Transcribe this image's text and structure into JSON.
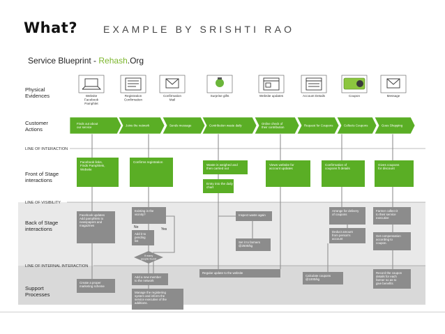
{
  "header": {
    "what": "What?",
    "subtitle": "EXAMPLE BY SRISHTI RAO",
    "blueprint_prefix": "Service Blueprint - ",
    "blueprint_brand": "Rehash",
    "blueprint_suffix": ".Org"
  },
  "lanes": {
    "physical": [
      "Physical",
      "Evidences"
    ],
    "customer": [
      "Customer",
      "Actions"
    ],
    "front": [
      "Front of Stage",
      "interactions"
    ],
    "back": [
      "Back of Stage",
      "interactions"
    ],
    "support": [
      "Support",
      "Processes"
    ]
  },
  "lines": {
    "interaction": "LINE OF INTERACTION",
    "visibility": "LINE OF VISIBILITY",
    "internal": "LINE OF INTERNAL INTERACTION"
  },
  "evidences": [
    {
      "label": [
        "Website",
        "Facebook",
        "Pamphlet"
      ],
      "icon": "laptop-icon"
    },
    {
      "label": [
        "Registration",
        "Confirmation"
      ],
      "icon": "form-icon"
    },
    {
      "label": [
        "Confirmation",
        "Mail"
      ],
      "icon": "envelope-icon"
    },
    {
      "label": [
        "Surprise gifts"
      ],
      "icon": "gift-icon"
    },
    {
      "label": [
        "Website updates"
      ],
      "icon": "webpage-icon"
    },
    {
      "label": [
        "Account Details"
      ],
      "icon": "account-icon"
    },
    {
      "label": [
        "Coupon"
      ],
      "icon": "coupon-icon"
    },
    {
      "label": [
        "Message"
      ],
      "icon": "envelope-icon"
    }
  ],
  "customer_actions": [
    [
      "Finds out about",
      "our service"
    ],
    [
      "Joins the network"
    ],
    [
      "Sends message"
    ],
    [
      "Contribution waste daily"
    ],
    [
      "Online check of",
      "their contribution"
    ],
    [
      "Request for Coupons"
    ],
    [
      "Collects Coupons"
    ],
    [
      "Goes Shopping"
    ]
  ],
  "front_stage": [
    [
      "Facebook links,",
      "Finds Pamphlets,",
      "Website"
    ],
    [
      "Confirms registration"
    ],
    [
      "Waste is weighed and",
      "then carried out"
    ],
    [
      "Entry into the daily",
      "chart"
    ],
    [
      "Views website for",
      "account updates"
    ],
    [
      "Confirmation of",
      "coupons ft details"
    ],
    [
      "Gives coupons",
      "for discount"
    ]
  ],
  "back_stage": [
    [
      "Facebook updates",
      "Add pamphlets to",
      "newspapers and",
      "magazines"
    ],
    [
      "Existing in the",
      "vicinity?"
    ],
    [
      "Add it to",
      "pending",
      "list"
    ],
    [
      "Inspect waste again"
    ],
    [
      "Set it to farmers",
      "@2500/kg"
    ],
    [
      "Arrange for delivery",
      "of coupons"
    ],
    [
      "Deduct amount",
      "from person's",
      "account"
    ],
    [
      "Farmer collect it",
      "to their service",
      "executive"
    ],
    [
      "Get compensation",
      "according to",
      "coupon."
    ]
  ],
  "decision": {
    "no": "No",
    "yes": "Yes",
    "diamond": [
      "If many",
      "people found"
    ]
  },
  "support": [
    [
      "Create a proper",
      "marketing scheme"
    ],
    [
      "Add a new member",
      "to the network"
    ],
    [
      "Manage the registering",
      "system and inform the",
      "service executive of the",
      "additions."
    ],
    [
      "Regular update to the website"
    ],
    [
      "Calculate coupons",
      "@1000/kg"
    ],
    [
      "Record the coupon",
      "details for each",
      "farmer so as to",
      "give benefits"
    ]
  ],
  "colors": {
    "green": "#5aae25",
    "green_dark": "#4c9a1e",
    "grey_box": "#8c8c8c",
    "lane_grey": "#e8e8e8",
    "lane_grey_dark": "#d6d6d6",
    "connector": "#8f8f8f",
    "accent": "#7bb52b"
  }
}
